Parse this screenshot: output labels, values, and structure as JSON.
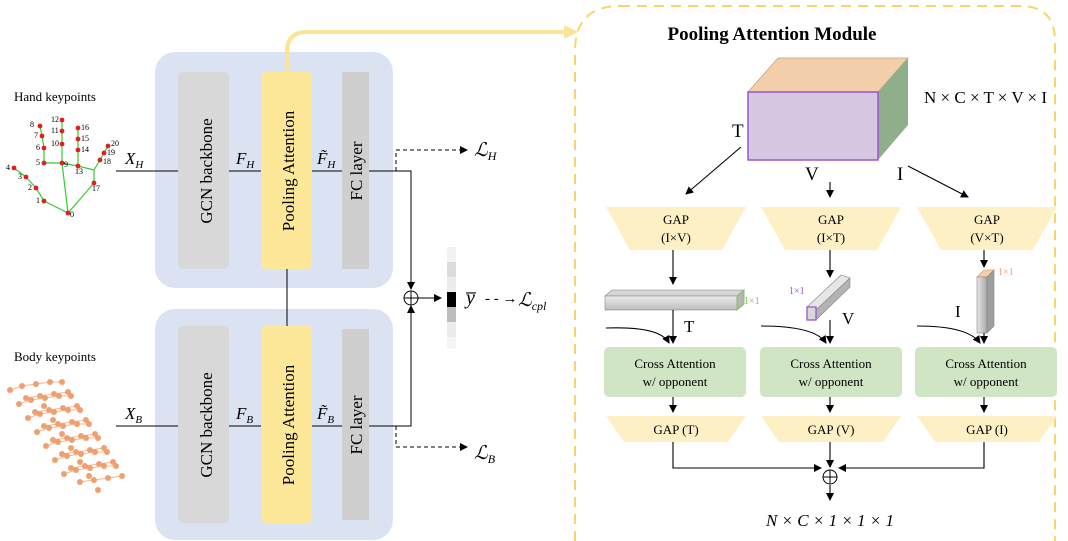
{
  "left": {
    "hand_label": "Hand keypoints",
    "body_label": "Body keypoints",
    "hand_joint_ids": [
      "0",
      "1",
      "2",
      "3",
      "4",
      "5",
      "6",
      "7",
      "8",
      "9",
      "10",
      "11",
      "12",
      "13",
      "14",
      "15",
      "16",
      "17",
      "18",
      "19",
      "20"
    ],
    "hand_stream": {
      "input": "X",
      "input_sub": "H",
      "backbone": "GCN  backbone",
      "feat": "F",
      "feat_sub": "H",
      "pool": "Pooling Attention",
      "feat2": "F̃",
      "feat2_sub": "H",
      "fc": "FC layer",
      "loss": "ℒ",
      "loss_sub": "H"
    },
    "body_stream": {
      "input": "X",
      "input_sub": "B",
      "backbone": "GCN  backbone",
      "feat": "F",
      "feat_sub": "B",
      "pool": "Pooling Attention",
      "feat2": "F̃",
      "feat2_sub": "B",
      "fc": "FC layer",
      "loss": "ℒ",
      "loss_sub": "B"
    },
    "fusion": {
      "symbol": "⊕",
      "output": "y̅",
      "arrow": "- - →",
      "loss": "ℒ",
      "loss_sub": "cpl"
    }
  },
  "module": {
    "title": "Pooling Attention Module",
    "input_shape": "N × C × T × V × I",
    "axis_T": "T",
    "axis_V": "V",
    "axis_I": "I",
    "branches": [
      {
        "gap_top_1": "GAP",
        "gap_top_2": "(I×V)",
        "tensor_label": "1×1",
        "tensor_axis": "T",
        "cross_1": "Cross Attention",
        "cross_2": "w/ opponent",
        "gap_bottom": "GAP (T)"
      },
      {
        "gap_top_1": "GAP",
        "gap_top_2": "(I×T)",
        "tensor_label": "1×1",
        "tensor_axis": "V",
        "cross_1": "Cross Attention",
        "cross_2": "w/ opponent",
        "gap_bottom": "GAP (V)"
      },
      {
        "gap_top_1": "GAP",
        "gap_top_2": "(V×T)",
        "tensor_label": "1×1",
        "tensor_axis": "I",
        "cross_1": "Cross Attention",
        "cross_2": "w/ opponent",
        "gap_bottom": "GAP (I)"
      }
    ],
    "sum_symbol": "⊕",
    "output_shape": "N × C × 1 × 1 × 1"
  },
  "colors": {
    "stream_bg": "#dbe3f3",
    "backbone": "#d8d8d8",
    "pooling": "#fde89a",
    "fc": "#cfcfcf",
    "gap": "#fdf0c4",
    "cross": "#cfe5c4",
    "dashed_border": "#f8d469",
    "yellow_arrow": "#fce39a",
    "cube_front": "#d7c7e3",
    "cube_front_border": "#9a55d0",
    "cube_top": "#f2cfaa",
    "cube_side": "#8fae8a",
    "label_green": "#7fc45a",
    "label_purple": "#9a55d0",
    "label_orange": "#f0a070"
  }
}
